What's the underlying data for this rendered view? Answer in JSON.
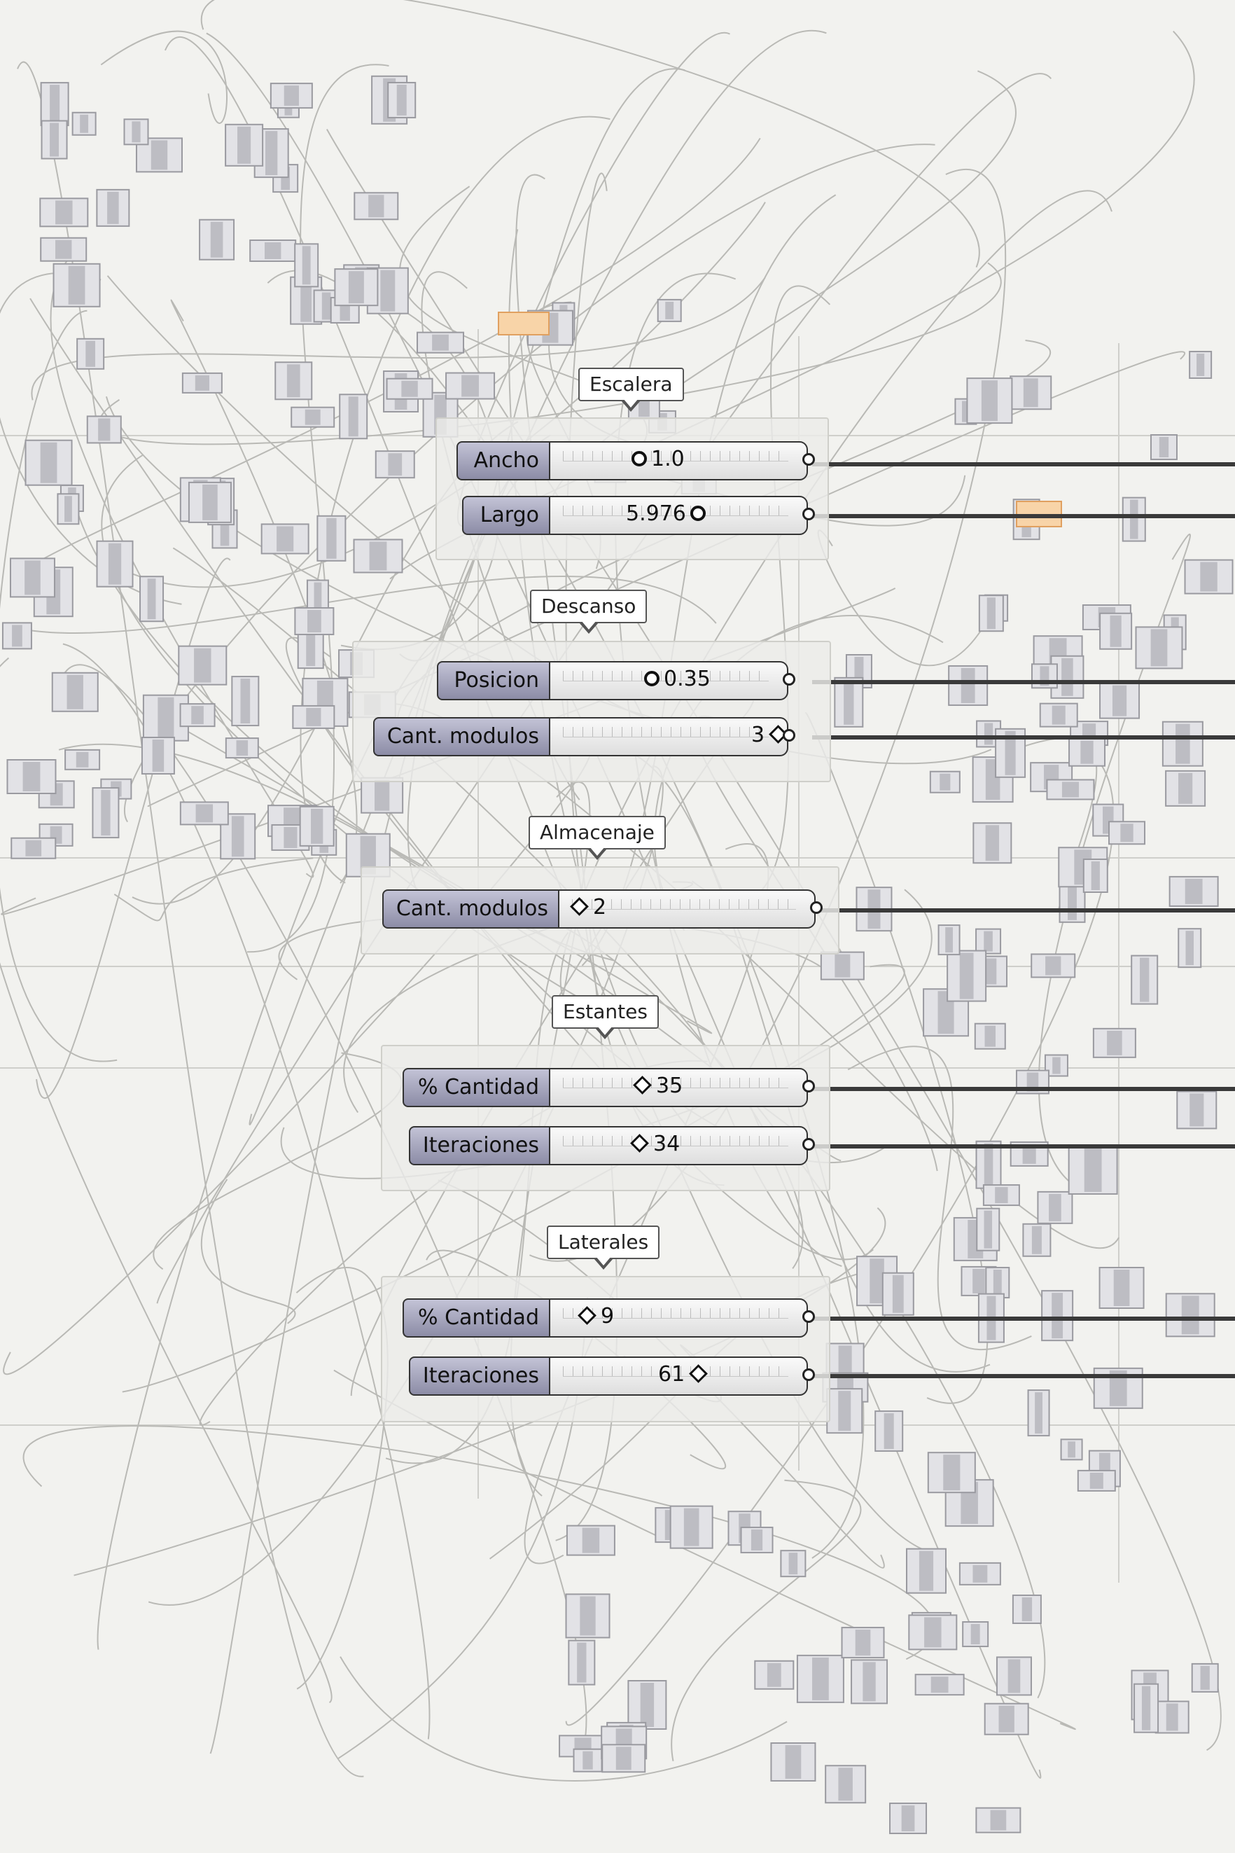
{
  "window": {
    "title": ""
  },
  "groups": [
    {
      "label": "Escalera",
      "sliders": [
        {
          "name": "Ancho",
          "value": "1.0",
          "grip": "round",
          "grip_side": "before"
        },
        {
          "name": "Largo",
          "value": "5.976",
          "grip": "round",
          "grip_side": "after"
        }
      ]
    },
    {
      "label": "Descanso",
      "sliders": [
        {
          "name": "Posicion",
          "value": "0.35",
          "grip": "round",
          "grip_side": "before"
        },
        {
          "name": "Cant. modulos",
          "value": "3",
          "grip": "diamond",
          "grip_side": "after"
        }
      ]
    },
    {
      "label": "Almacenaje",
      "sliders": [
        {
          "name": "Cant. modulos",
          "value": "2",
          "grip": "diamond",
          "grip_side": "before"
        }
      ]
    },
    {
      "label": "Estantes",
      "sliders": [
        {
          "name": "% Cantidad",
          "value": "35",
          "grip": "diamond",
          "grip_side": "before"
        },
        {
          "name": "Iteraciones",
          "value": "34",
          "grip": "diamond",
          "grip_side": "before"
        }
      ]
    },
    {
      "label": "Laterales",
      "sliders": [
        {
          "name": "% Cantidad",
          "value": "9",
          "grip": "diamond",
          "grip_side": "before"
        },
        {
          "name": "Iteraciones",
          "value": "61",
          "grip": "diamond",
          "grip_side": "after"
        }
      ]
    }
  ]
}
